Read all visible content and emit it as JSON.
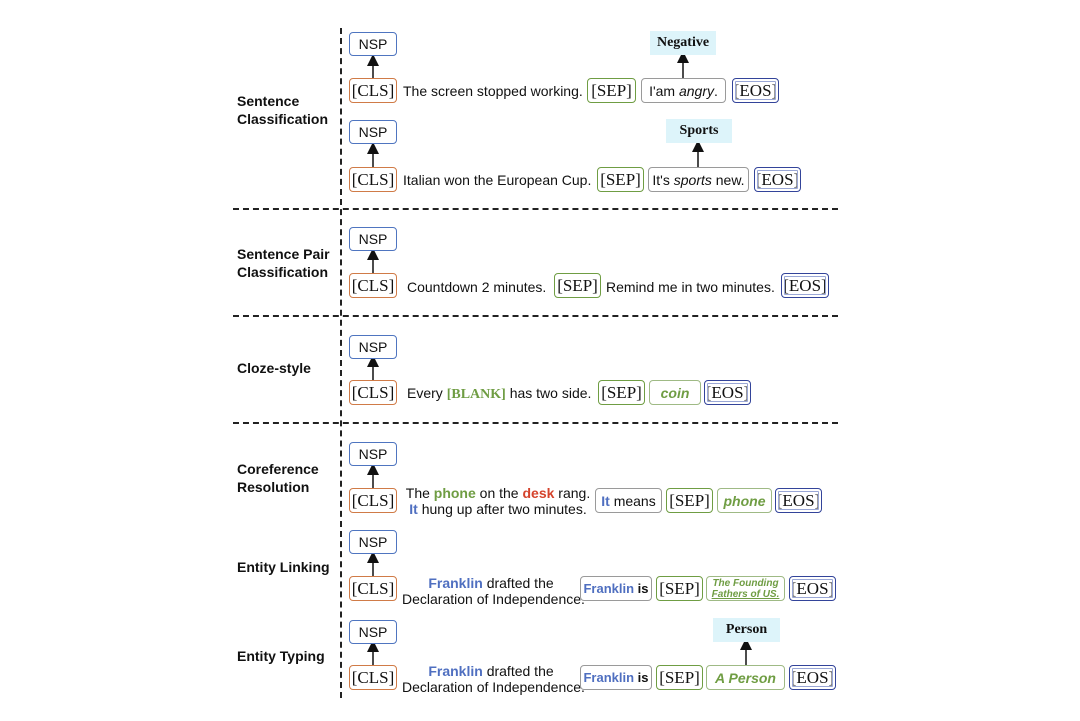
{
  "tasks": {
    "sentence_classification": "Sentence\nClassification",
    "sentence_pair": "Sentence Pair\nClassification",
    "cloze": "Cloze-style",
    "coreference": "Coreference\nResolution",
    "entity_linking": "Entity Linking",
    "entity_typing": "Entity Typing"
  },
  "tokens": {
    "nsp": "NSP",
    "cls": "[CLS]",
    "sep": "[SEP]",
    "eos": "[EOS]"
  },
  "rows": {
    "sc1": {
      "sentence": "The screen stopped working.",
      "target_pre": "I'am ",
      "target_em": "angry",
      "target_post": ".",
      "label": "Negative"
    },
    "sc2": {
      "sentence": "Italian won the European Cup.",
      "target_pre": "It's ",
      "target_em": "sports",
      "target_post": " new.",
      "label": "Sports"
    },
    "sp": {
      "sentence_a": "Countdown 2 minutes.",
      "sentence_b": "Remind me in two minutes."
    },
    "cloze": {
      "pre": "Every ",
      "blank": "[BLANK]",
      "post": " has two side.",
      "answer": "coin"
    },
    "coref": {
      "l1_a": "The ",
      "l1_phone": "phone",
      "l1_b": " on the ",
      "l1_desk": "desk",
      "l1_c": " rang.",
      "l2_it": "It",
      "l2_rest": " hung up after two minutes.",
      "q_it": "It",
      "q_rest": " means",
      "answer": "phone"
    },
    "el": {
      "franklin": "Franklin",
      "l1_rest": " drafted the",
      "l2": "Declaration of Independence.",
      "q_name": "Franklin",
      "q_rest": " is",
      "answer_l1": "The Founding",
      "answer_l2": "Fathers of US."
    },
    "et": {
      "franklin": "Franklin",
      "l1_rest": " drafted the",
      "l2": "Declaration of Independence.",
      "q_name": "Franklin",
      "q_rest": " is",
      "answer": "A Person",
      "label": "Person"
    }
  }
}
